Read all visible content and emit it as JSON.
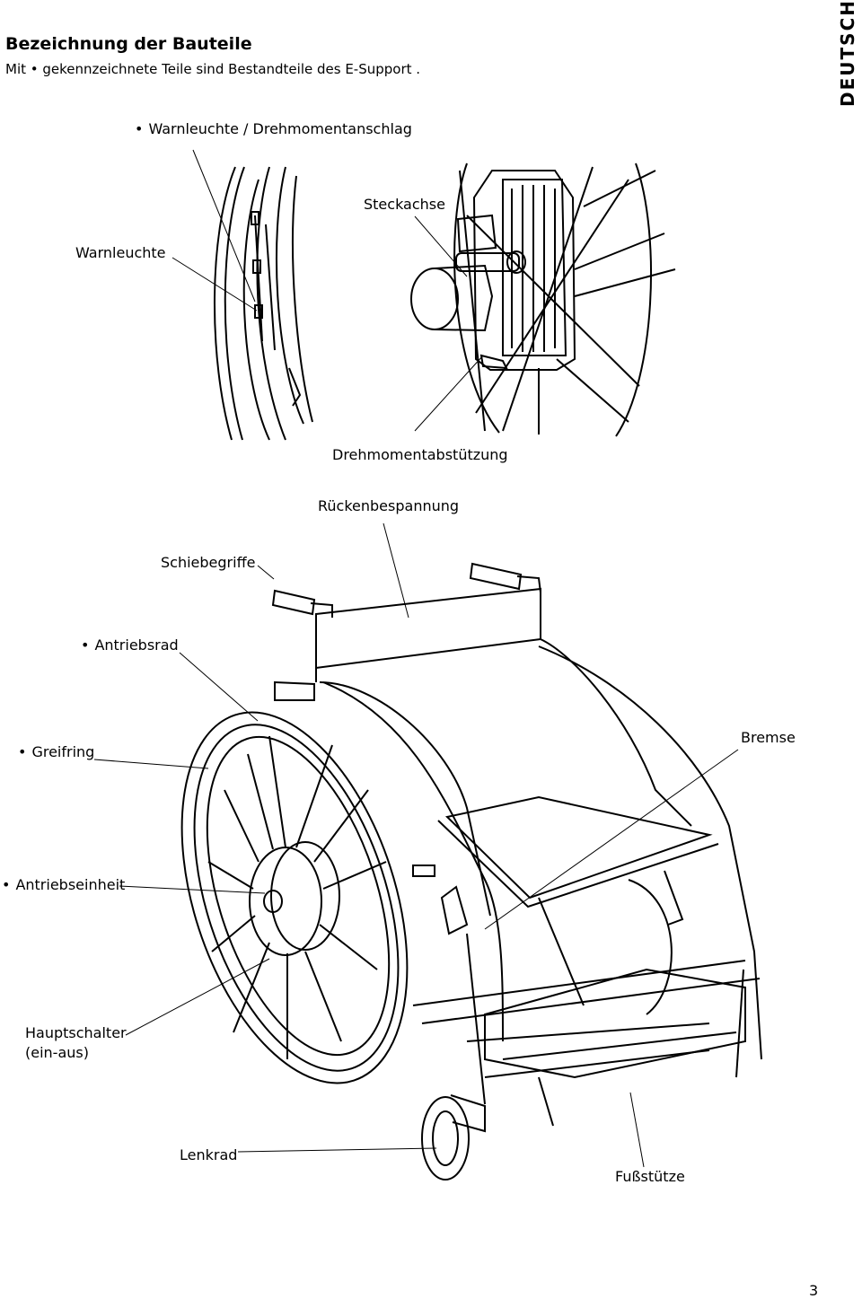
{
  "header": {
    "title": "Bezeichnung der Bauteile",
    "subtitle": "Mit • gekennzeichnete Teile sind Bestandteile des E-Support .",
    "language_tab": "DEUTSCH"
  },
  "detail_labels": {
    "warning_torque": "Warnleuchte / Drehmomentanschlag",
    "steckachse": "Steckachse",
    "warnleuchte": "Warnleuchte",
    "drehmomentabstuetzung": "Drehmomentabstützung"
  },
  "main_labels": {
    "rueckenbespannung": "Rückenbespannung",
    "schiebegriffe": "Schiebegriffe",
    "antriebsrad": "Antriebsrad",
    "greifring": "Greifring",
    "bremse": "Bremse",
    "antriebseinheit": "Antriebseinheit",
    "hauptschalter_line1": "Hauptschalter",
    "hauptschalter_line2": "(ein-aus)",
    "lenkrad": "Lenkrad",
    "fussstuetze": "Fußstütze"
  },
  "page_number": "3"
}
